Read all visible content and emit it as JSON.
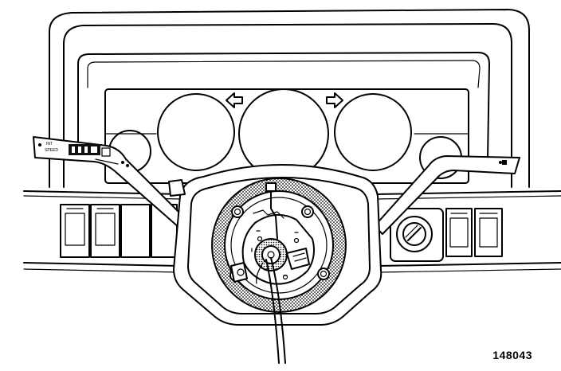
{
  "figure": {
    "id_label": "148043",
    "lever_left_marks": [
      "INT",
      "SPEED"
    ],
    "colors": {
      "ink": "#000000",
      "paper": "#ffffff",
      "shade": "#bfbfbf"
    },
    "icons": [
      "turn-left-arrow-icon",
      "turn-right-arrow-icon",
      "ignition-lock-icon"
    ]
  }
}
